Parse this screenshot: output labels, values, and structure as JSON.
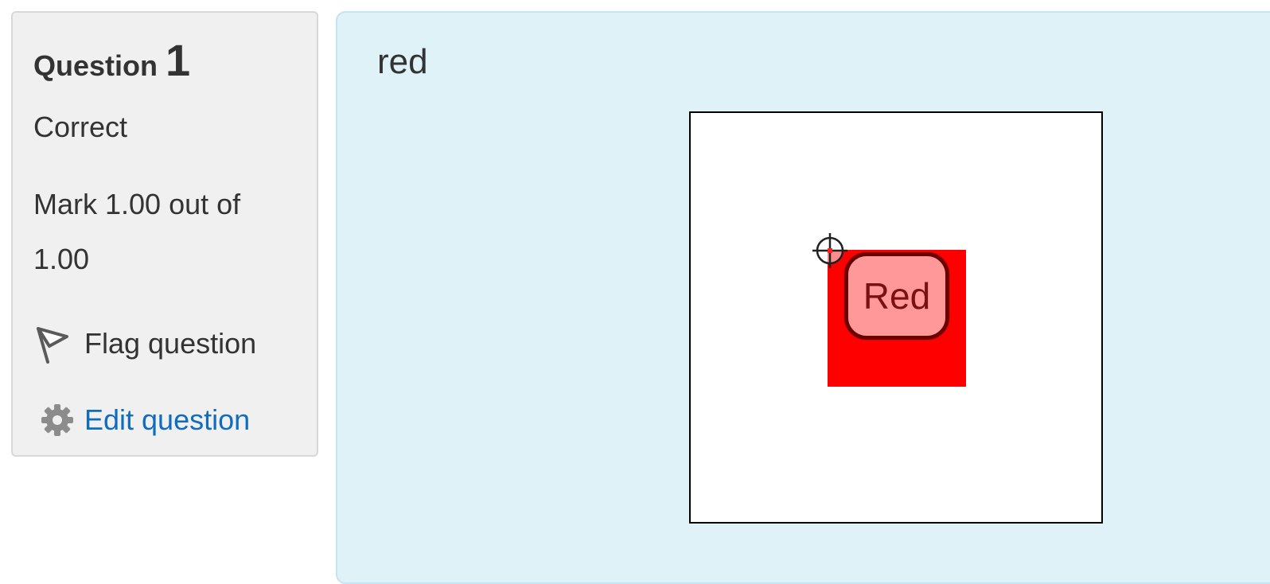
{
  "info": {
    "heading_word": "Question",
    "number": "1",
    "state": "Correct",
    "grade": "Mark 1.00 out of 1.00",
    "flag_label": "Flag question",
    "edit_label": "Edit question",
    "icons": {
      "flag": "flag-icon",
      "edit": "gear-icon"
    }
  },
  "question": {
    "text": "red",
    "drop_zone": {
      "color": "#ff0000"
    },
    "drag_item": {
      "label": "Red",
      "color": "#ff9999",
      "border_color": "#6b0000"
    },
    "marker_icon": "crosshair-icon"
  },
  "colors": {
    "panel_bg": "#f0f0f0",
    "formulation_bg": "#def2f8",
    "link": "#0f6cbf"
  }
}
